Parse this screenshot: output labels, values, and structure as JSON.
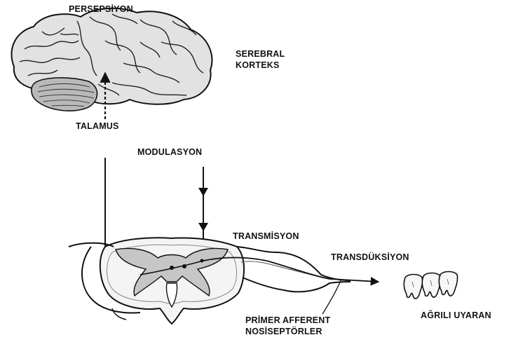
{
  "labels": {
    "persepsiyon": "PERSEPSİYON",
    "serebral_korteks_line1": "SEREBRAL",
    "serebral_korteks_line2": "KORTEKS",
    "talamus": "TALAMUS",
    "modulasyon": "MODULASYON",
    "transmisyon": "TRANSMİSYON",
    "transduksiyon": "TRANSDÜKSİYON",
    "primer_afferent_line1": "PRİMER AFFERENT",
    "primer_afferent_line2": "NOSİSEPTÖRLER",
    "agrili_uyaran": "AĞRILI UYARAN"
  },
  "colors": {
    "ink": "#111111",
    "brain_fill": "#e2e2e2",
    "cerebellum_fill": "#b9b9b9",
    "grey_matter": "#c6c6c6",
    "cord_fill": "#f4f4f4"
  }
}
